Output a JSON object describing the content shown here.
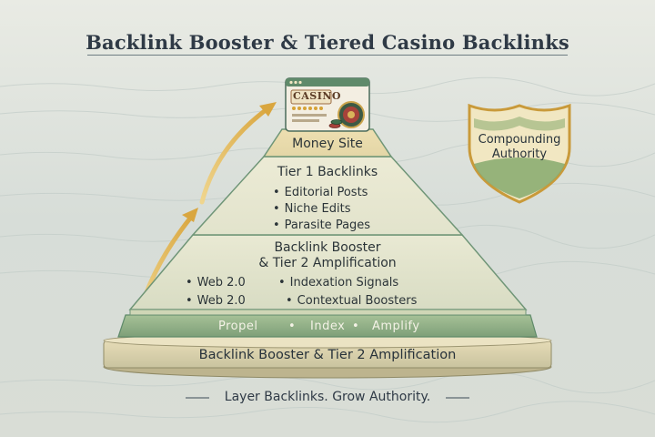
{
  "title": "Backlink Booster & Tiered Casino Backlinks",
  "casino_badge": "CASINO",
  "levels": {
    "money_site": "Money Site",
    "tier1": {
      "label": "Tier 1 Backlinks",
      "items": [
        "Editorial Posts",
        "Niche Edits",
        "Parasite Pages"
      ]
    },
    "tier2": {
      "label_line1": "Backlink Booster",
      "label_line2": "& Tier 2 Amplification",
      "left_items": [
        "Web 2.0",
        "Web 2.0"
      ],
      "right_items": [
        "Indexation Signals",
        "Contextual Boosters"
      ]
    },
    "band": [
      "Propel",
      "Index",
      "Amplify"
    ],
    "band_separator": "•",
    "base": "Backlink Booster & Tier 2 Amplification"
  },
  "shield": {
    "line1": "Compounding",
    "line2": "Authority"
  },
  "tagline": "Layer Backlinks. Grow Authority.",
  "colors": {
    "pyramid_top": "#e7dbb3",
    "pyramid_mid": "#e6e2c9",
    "pyramid_low": "#e4e6d2",
    "pyramid_edge": "#5f8a6a",
    "band": "#8faf87",
    "arrow": "#e1b85a",
    "shield_fill": "#f1e7c2",
    "shield_border": "#c99a3a",
    "shield_green": "#86a96d"
  }
}
